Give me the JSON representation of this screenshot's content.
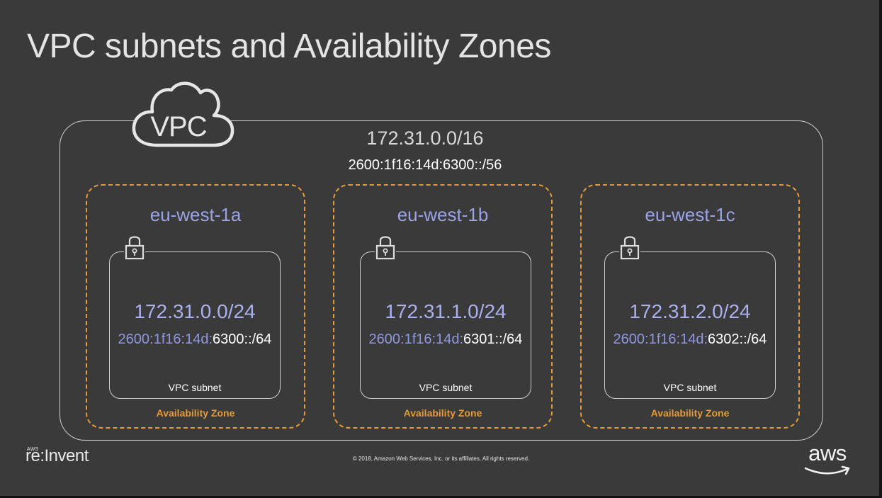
{
  "slide": {
    "title": "VPC subnets and Availability Zones",
    "copyright": "© 2018, Amazon Web Services, Inc. or its affiliates. All rights reserved."
  },
  "vpc": {
    "icon_label": "VPC",
    "cidr_ipv4": "172.31.0.0/16",
    "cidr_ipv6": "2600:1f16:14d:6300::/56"
  },
  "availability_zones": [
    {
      "name": "eu-west-1a",
      "label": "Availability Zone",
      "subnet": {
        "cidr_ipv4": "172.31.0.0/24",
        "ipv6_prefix": "2600:1f16:14d:",
        "ipv6_suffix": "6300::/64",
        "label": "VPC subnet"
      }
    },
    {
      "name": "eu-west-1b",
      "label": "Availability Zone",
      "subnet": {
        "cidr_ipv4": "172.31.1.0/24",
        "ipv6_prefix": "2600:1f16:14d:",
        "ipv6_suffix": "6301::/64",
        "label": "VPC subnet"
      }
    },
    {
      "name": "eu-west-1c",
      "label": "Availability Zone",
      "subnet": {
        "cidr_ipv4": "172.31.2.0/24",
        "ipv6_prefix": "2600:1f16:14d:",
        "ipv6_suffix": "6302::/64",
        "label": "VPC subnet"
      }
    }
  ],
  "branding": {
    "event_logo_small": "AWS",
    "event_logo": "re:Invent",
    "aws_logo": "aws"
  },
  "icons": {
    "cloud": "cloud-icon",
    "lock": "lock-icon",
    "aws_smile": "aws-smile-icon"
  },
  "colors": {
    "background": "#3a3a3a",
    "availability_zone": "#e39a39",
    "region_name": "#9ba3e6",
    "subnet_cidr": "#aab0ee",
    "border": "#cfcfcf"
  }
}
